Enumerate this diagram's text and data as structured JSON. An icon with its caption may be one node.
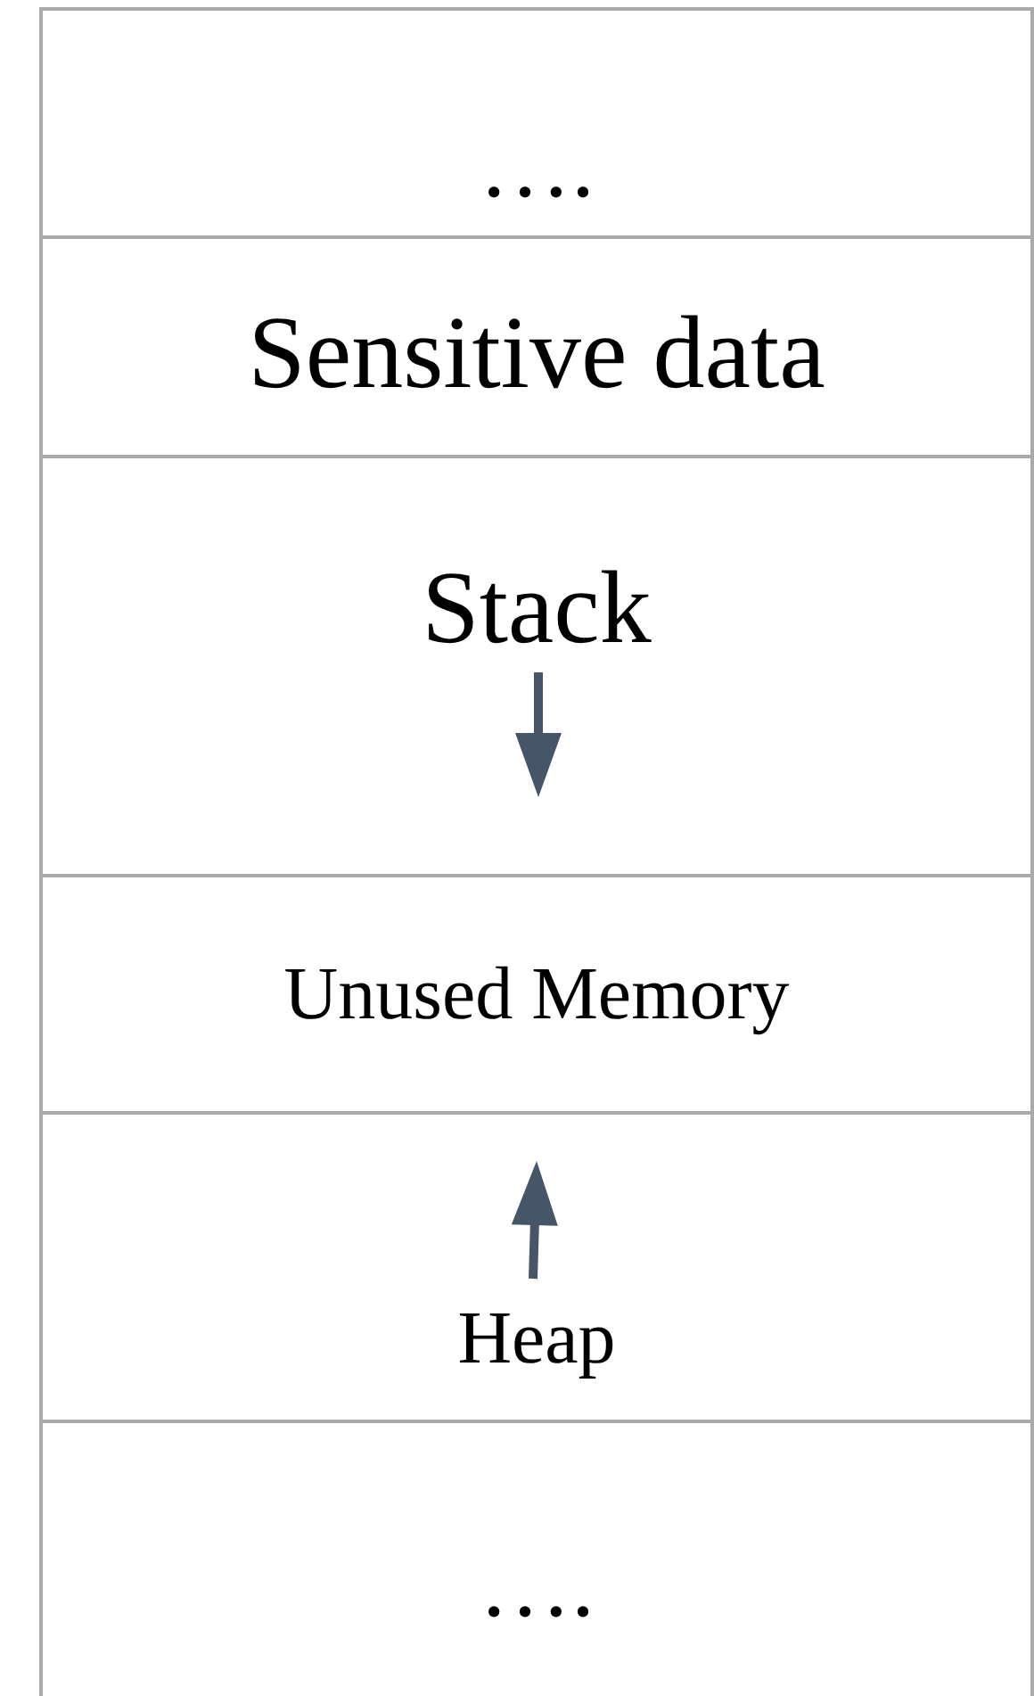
{
  "diagram": {
    "nodes": [
      {
        "text": [
          "…."
        ]
      },
      {
        "text": [
          "Sensitive data"
        ]
      },
      {
        "text": [
          "Stack"
        ]
      },
      {
        "text": [
          "Unused Memory"
        ]
      },
      {
        "text": [
          "Heap"
        ]
      },
      {
        "text": [
          "…."
        ]
      }
    ],
    "edges": []
  }
}
